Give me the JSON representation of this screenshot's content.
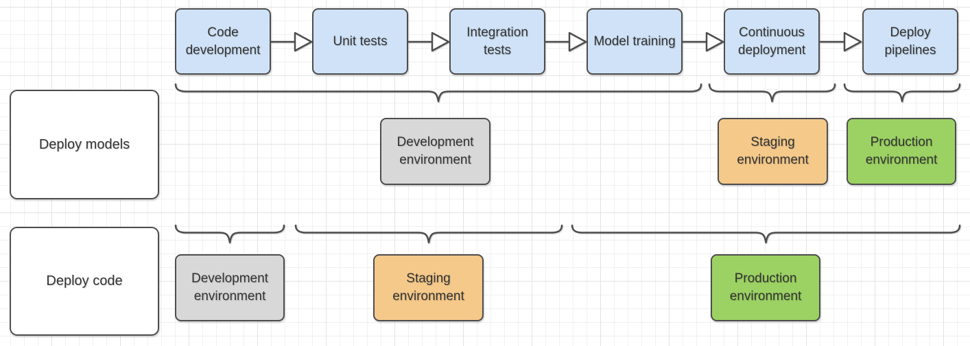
{
  "colors": {
    "stage_fill": "#cfe2f7",
    "development_fill": "#d8d8d8",
    "staging_fill": "#f5c98a",
    "production_fill": "#9cd263",
    "row_label_fill": "#ffffff",
    "shape_border": "#4d4d4d",
    "text": "#333333",
    "grid_minor": "#f0f0f2",
    "grid_major": "#e3e3e6"
  },
  "pipeline": {
    "stages": [
      {
        "label": "Code development"
      },
      {
        "label": "Unit tests"
      },
      {
        "label": "Integration tests"
      },
      {
        "label": "Model training"
      },
      {
        "label": "Continuous deployment"
      },
      {
        "label": "Deploy pipelines"
      }
    ]
  },
  "rows": {
    "deploy_models": {
      "label": "Deploy models",
      "environments": [
        {
          "label": "Development environment"
        },
        {
          "label": "Staging environment"
        },
        {
          "label": "Production environment"
        }
      ]
    },
    "deploy_code": {
      "label": "Deploy code",
      "environments": [
        {
          "label": "Development environment"
        },
        {
          "label": "Staging environment"
        },
        {
          "label": "Production environment"
        }
      ]
    }
  }
}
